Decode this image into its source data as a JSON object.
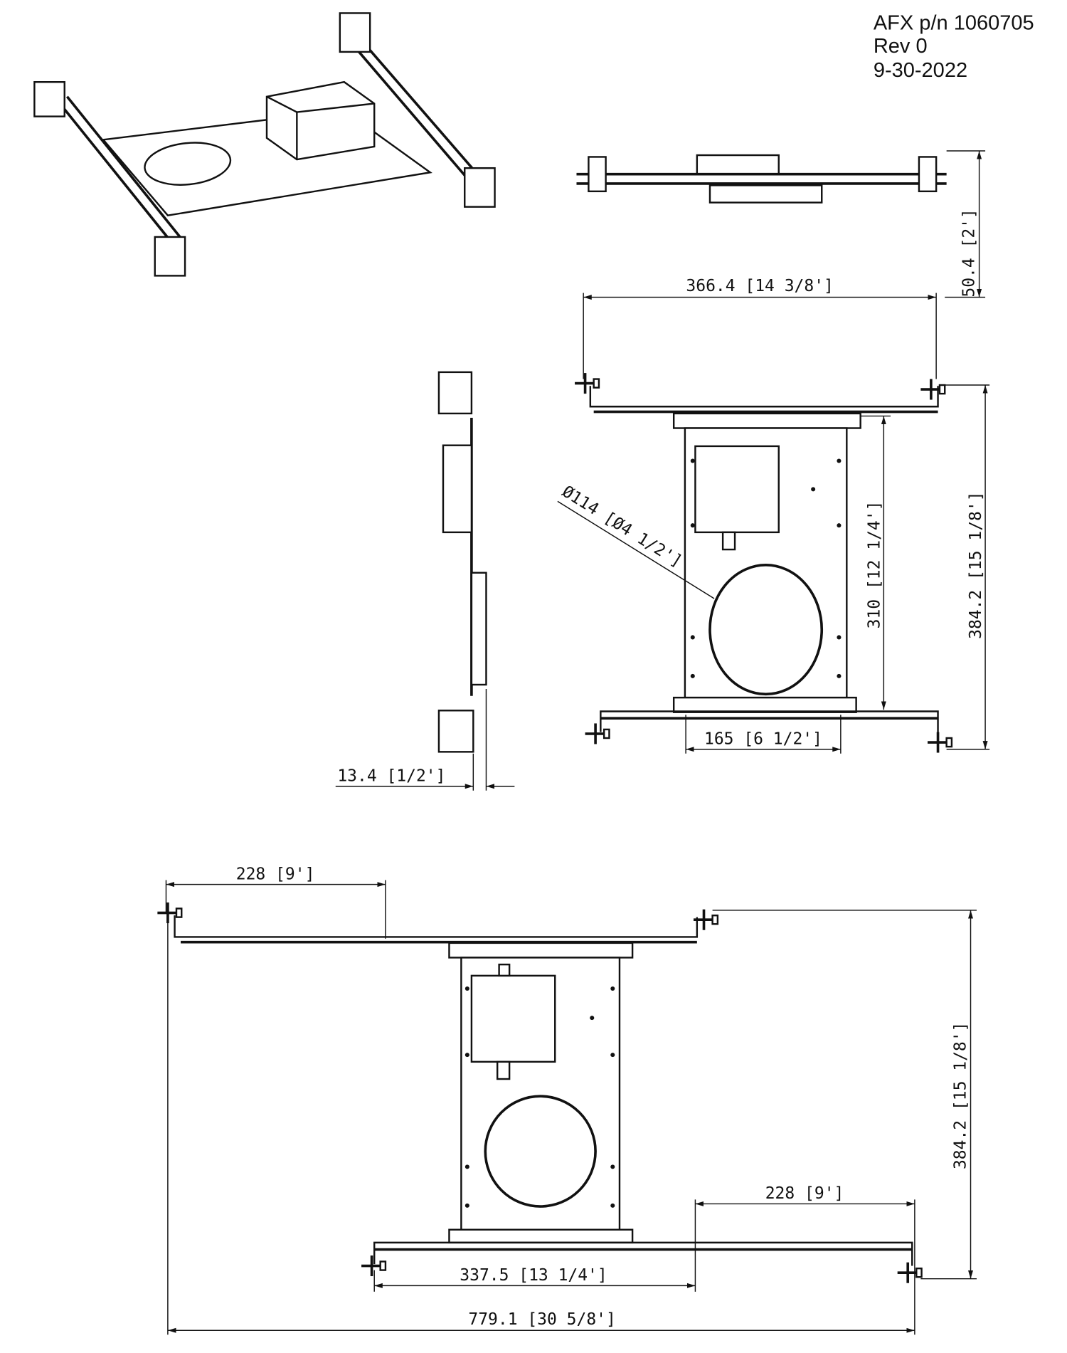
{
  "title_block": {
    "part_number": "AFX p/n 1060705",
    "revision": "Rev 0",
    "date": "9-30-2022"
  },
  "dimensions": {
    "side_height": "50.4 [2']",
    "top_width": "366.4 [14 3/8']",
    "hole_diameter": "Ø114 [Ø4 1/2']",
    "plate_length": "310 [12 1/4']",
    "overall_length": "384.2 [15 1/8']",
    "plate_width": "165 [6 1/2']",
    "thickness": "13.4 [1/2']",
    "extension_top": "228 [9']",
    "extension_bottom": "228 [9']",
    "bar_length": "337.5 [13 1/4']",
    "overall_extended_width": "779.1 [30 5/8']",
    "overall_length_extended": "384.2 [15 1/8']"
  }
}
